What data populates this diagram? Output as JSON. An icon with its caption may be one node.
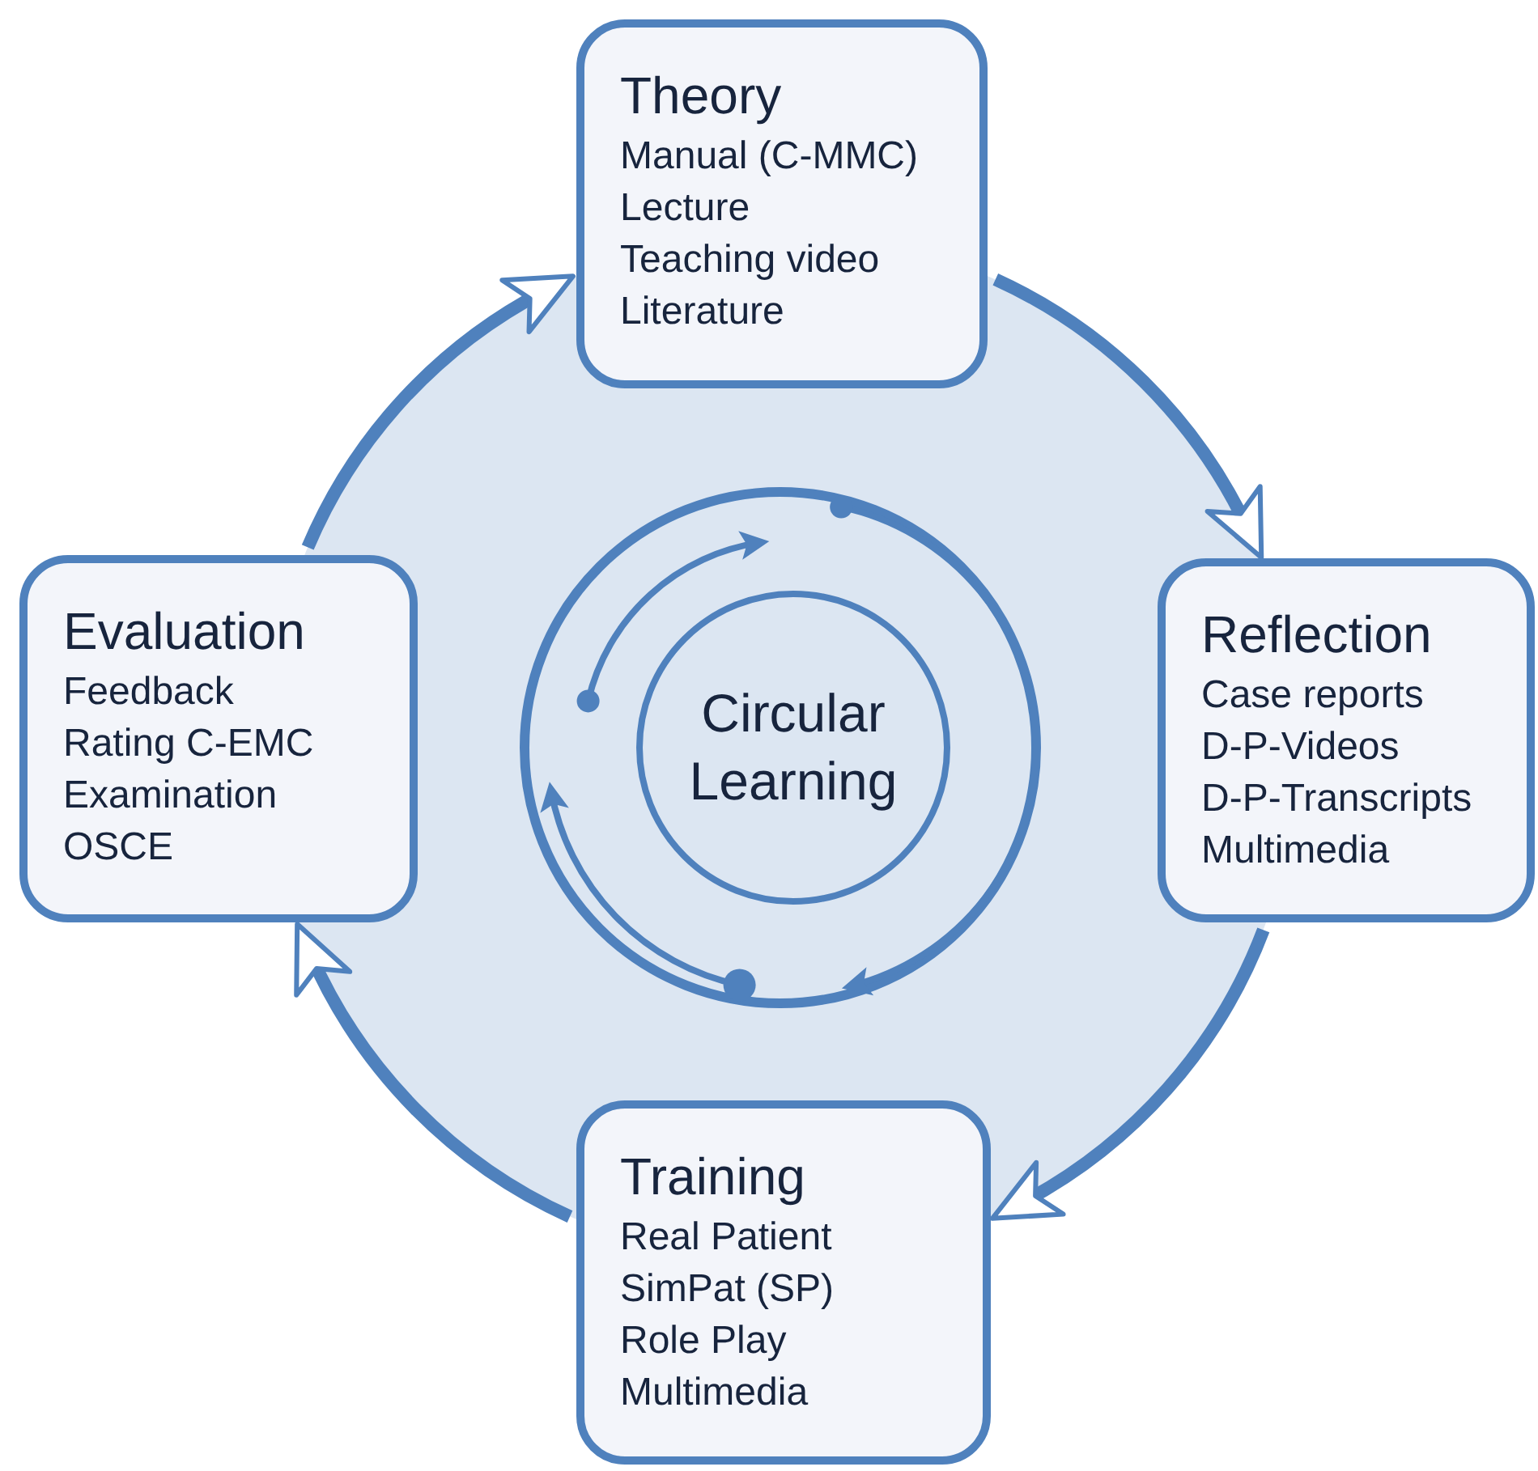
{
  "diagram": {
    "nodes": [
      {
        "text": [
          "Theory",
          "Manual (C-MMC)",
          "Lecture",
          "Teaching video",
          "Literature"
        ]
      },
      {
        "text": [
          "Reflection",
          "Case reports",
          "D-P-Videos",
          "D-P-Transcripts",
          "Multimedia"
        ]
      },
      {
        "text": [
          "Training",
          "Real Patient",
          "SimPat (SP)",
          "Role Play",
          "Multimedia"
        ]
      },
      {
        "text": [
          "Evaluation",
          "Feedback",
          "Rating C-EMC",
          "Examination",
          "OSCE"
        ]
      },
      {
        "text": [
          "Circular Learning"
        ]
      }
    ],
    "edges": [
      {
        "from": 0,
        "to": 1,
        "arrow": "to"
      },
      {
        "from": 1,
        "to": 2,
        "arrow": "to"
      },
      {
        "from": 2,
        "to": 3,
        "arrow": "to"
      },
      {
        "from": 3,
        "to": 0,
        "arrow": "to"
      }
    ]
  }
}
